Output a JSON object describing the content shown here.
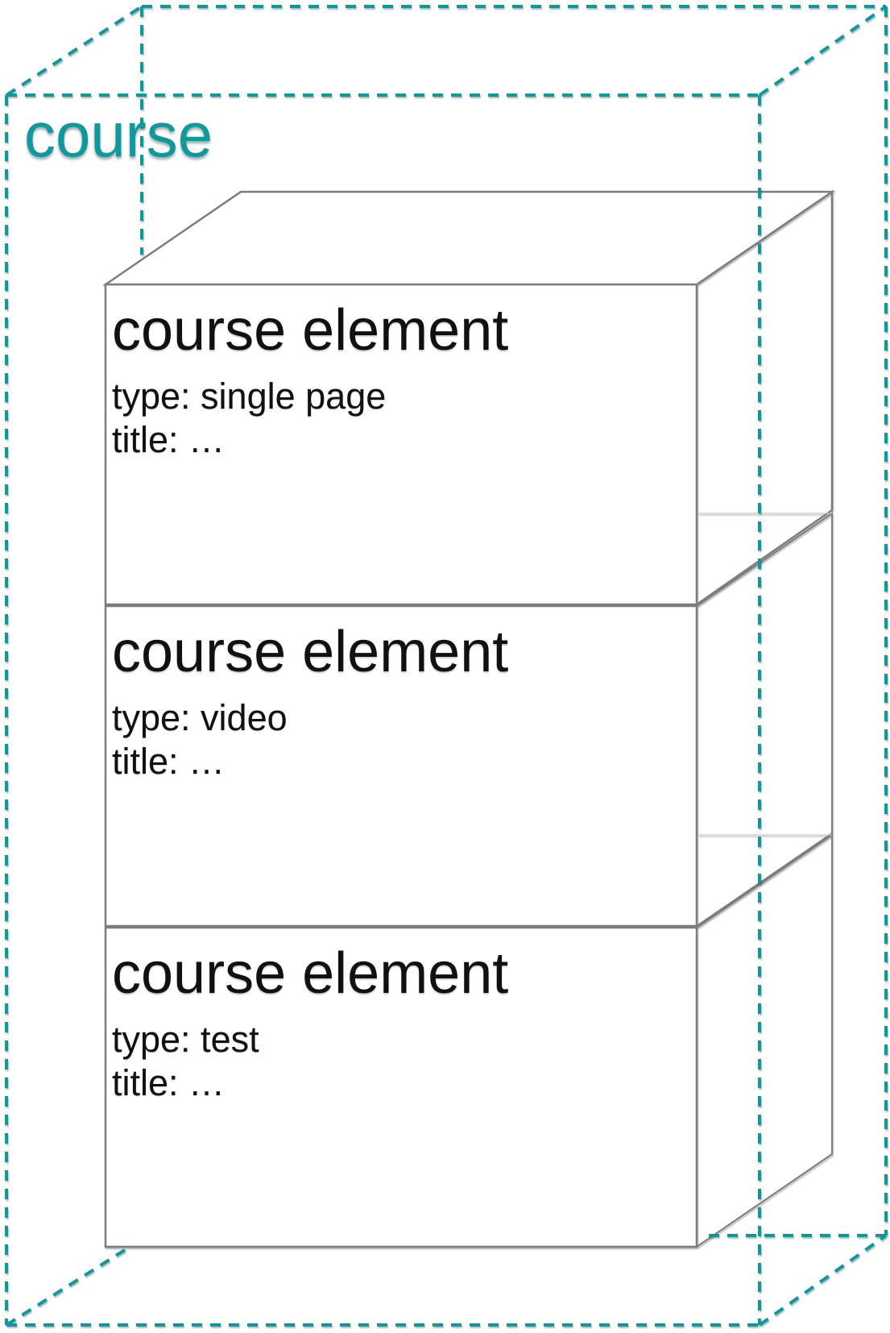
{
  "diagram": {
    "container": {
      "label": "course"
    },
    "colors": {
      "accent_teal": "#0e999c",
      "box_line_gray": "#7c7c7c",
      "text_black": "#111111",
      "background": "#ffffff"
    },
    "elements": [
      {
        "heading": "course element",
        "type_line": "type: single page",
        "title_line": "title: …"
      },
      {
        "heading": "course element",
        "type_line": "type: video",
        "title_line": "title: …"
      },
      {
        "heading": "course element",
        "type_line": "type: test",
        "title_line": "title: …"
      }
    ]
  }
}
